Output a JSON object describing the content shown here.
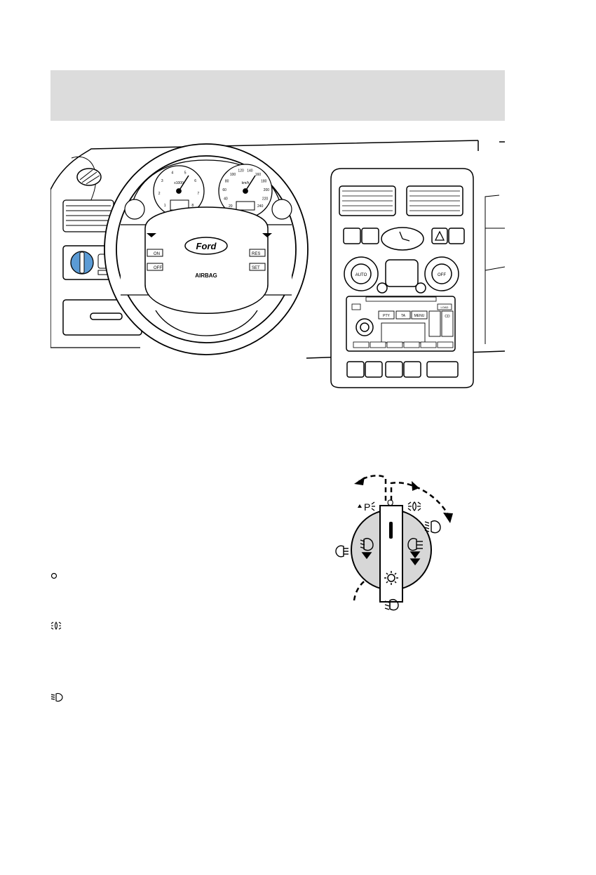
{
  "illustration": {
    "brand": "Ford",
    "airbag": "AIRBAG",
    "wheel_left_on": "ON",
    "wheel_left_off": "OFF",
    "wheel_right_res": "RES",
    "wheel_right_set": "SET",
    "tacho_label": "x1000",
    "speedo_unit": "km/h",
    "tacho_ticks": [
      "1",
      "2",
      "3",
      "4",
      "5",
      "6",
      "7",
      "8"
    ],
    "speedo_ticks": [
      "20",
      "40",
      "60",
      "80",
      "100",
      "120",
      "140",
      "160",
      "180",
      "200",
      "220",
      "240"
    ],
    "climate_auto": "AUTO",
    "climate_off": "OFF",
    "radio_buttons": [
      "PTY",
      "TA",
      "MENU"
    ],
    "radio_aux": [
      "CD",
      "LOAD"
    ]
  },
  "switch": {
    "pos_parking": "P",
    "pos_off": "O"
  },
  "legend": {
    "off_symbol": "O"
  },
  "colors": {
    "header_band": "#dcdcdc",
    "switch_highlight": "#5b9bd5",
    "knob_fill": "#d7d7d7"
  }
}
